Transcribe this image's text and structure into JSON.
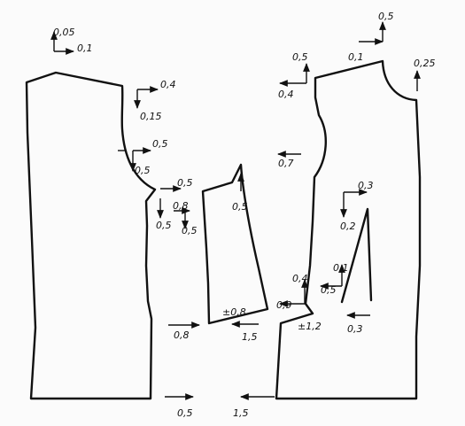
{
  "colors": {
    "ink": "#111111",
    "paper": "#fbfbfb"
  },
  "pieces": {
    "back": "back-pattern",
    "side": "side-panel-pattern",
    "front": "front-pattern"
  },
  "labels": {
    "back_neck_up": "0,05",
    "back_neck_side": "0,1",
    "back_shoulder_right": "0,4",
    "back_shoulder_down": "0,15",
    "back_armhole_right": "0,5",
    "back_armhole_down": "0,5",
    "side_top_right": "0,5",
    "side_top_right2": "0,8",
    "side_top_down_left": "0,5",
    "side_top_down_right": "0,5",
    "side_peak_down": "0,5",
    "side_hem": "±0,8",
    "side_hem_left": "0,8",
    "side_hem_right": "1,5",
    "bottom_left": "0,5",
    "bottom_right": "1,5",
    "front_neck_up": "0,5",
    "front_neck_side": "0,1",
    "front_shoulder_up": "0,5",
    "front_shoulder_left": "0,4",
    "front_edge_up": "0,25",
    "front_armhole_left": "0,7",
    "dart_top_right": "0,3",
    "dart_top_down": "0,2",
    "dart_bottom_up": "0,1",
    "dart_bottom_left": "0,5",
    "front_waist_up": "0,4",
    "front_waist_left": "0,9",
    "front_hem_pm": "±1,2",
    "front_hem_left": "0,3"
  }
}
